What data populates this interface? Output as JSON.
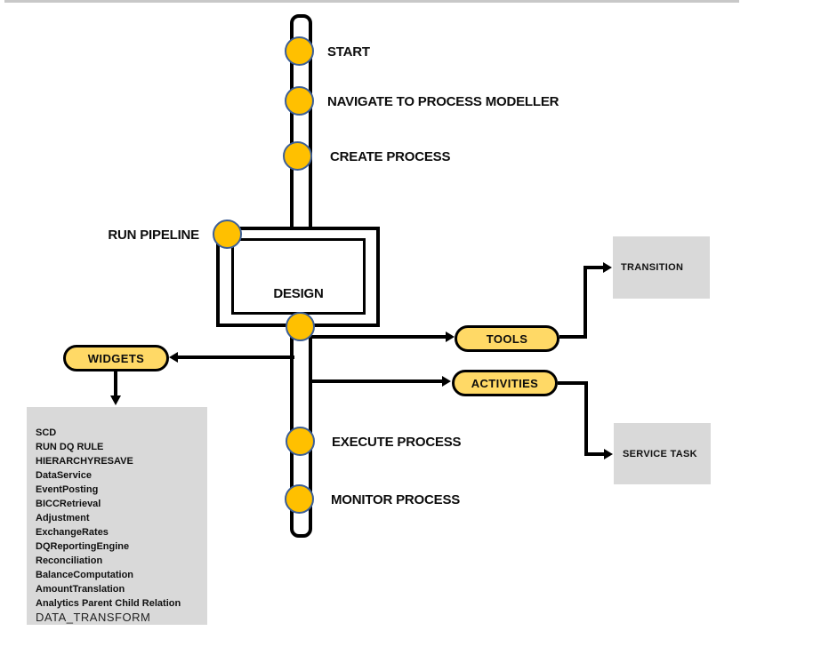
{
  "colors": {
    "circle_fill": "#FFC000",
    "circle_border": "#3D5F96",
    "pill_fill": "#FFD966",
    "box_gray": "#D9D9D9",
    "strip_gray": "#C8C8C8",
    "line": "#000000"
  },
  "nodes": {
    "start": "START",
    "navigate": "NAVIGATE TO PROCESS MODELLER",
    "create": "CREATE PROCESS",
    "run_pipeline": "RUN PIPELINE",
    "design": "DESIGN",
    "execute": "EXECUTE PROCESS",
    "monitor": "MONITOR PROCESS",
    "tools": "TOOLS",
    "activities": "ACTIVITIES",
    "widgets": "WIDGETS",
    "transition": "TRANSITION",
    "service_task": "SERVICE TASK"
  },
  "widgets_list": {
    "items": [
      "SCD",
      "RUN DQ RULE",
      "HIERARCHYRESAVE",
      "DataService",
      "EventPosting",
      "BICCRetrieval",
      "Adjustment",
      "ExchangeRates",
      "DQReportingEngine",
      "Reconciliation",
      "BalanceComputation",
      "AmountTranslation",
      "Analytics Parent Child Relation",
      "DATA_TRANSFORM"
    ]
  }
}
